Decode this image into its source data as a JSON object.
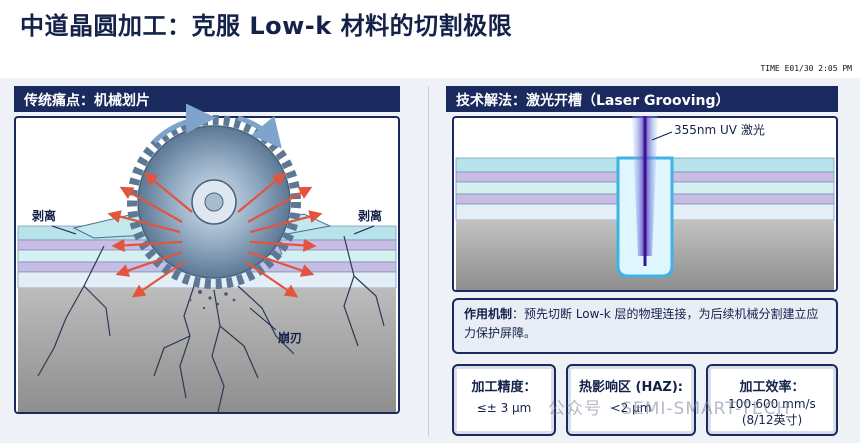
{
  "title": "中道晶圆加工：克服 Low-k 材料的切割极限",
  "timestamp": "TIME E01/30 2:05 PM",
  "left_panel": {
    "heading": "传统痛点：机械划片",
    "label_peel_left": "剥离",
    "label_peel_right": "剥离",
    "label_chipping": "崩刃"
  },
  "right_panel": {
    "heading": "技术解法：激光开槽（Laser Grooving）",
    "laser_label": "355nm UV 激光"
  },
  "callout": {
    "bold": "作用机制",
    "text": "：预先切断 Low-k 层的物理连接，为后续机械分割建立应力保护屏障。"
  },
  "metrics": [
    {
      "label": "加工精度：",
      "value": "≤± 3 μm"
    },
    {
      "label": "热影响区 (HAZ):",
      "value": "<2 μm"
    },
    {
      "label": "加工效率：",
      "value": "100-600 mm/s",
      "value2": "(8/12英寸)"
    }
  ],
  "watermark": "公众号 · SEMI-SMART-TECH",
  "colors": {
    "navy": "#1a2a5e",
    "arrow_red": "#e2553c",
    "laser_purple": "#6a3fd0",
    "layer_teal": "#b9e3ea",
    "layer_lavender": "#c9bde6",
    "substrate_gray": "#a6a6a6"
  }
}
